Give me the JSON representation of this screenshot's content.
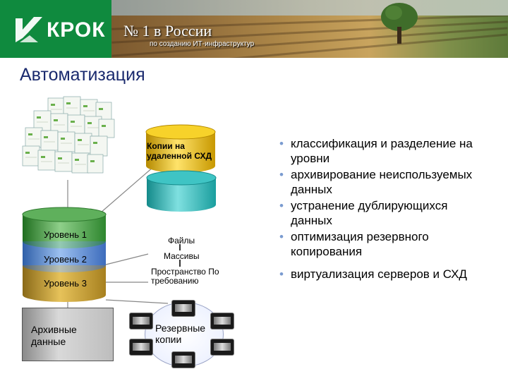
{
  "header": {
    "logo": "КРОК",
    "slogan": "№ 1 в России",
    "slogan_sub": "по созданию ИТ-инфраструктур"
  },
  "title": "Автоматизация",
  "storage_tiers": {
    "remote_copy": "Копии на удаленной СХД",
    "files": "Файлы",
    "arrays": "Массивы",
    "on_demand": "Пространство По требованию"
  },
  "levels": [
    "Уровень 1",
    "Уровень 2",
    "Уровень 3"
  ],
  "archive": "Архивные данные",
  "backup": "Резервные копии",
  "bullets": [
    "классификация и разделение на уровни",
    "архивирование неиспользуемых данных",
    "устранение дублирующихся данных",
    "оптимизация резервного копирования",
    "виртуализация серверов и СХД"
  ],
  "colors": {
    "logo_green": "#0f8a3e",
    "title_blue": "#1a2a6e",
    "level1_green": "#3a9a3a",
    "level2_blue": "#5b8ed6",
    "level3_gold": "#c79a2a",
    "remote_yellow": "#f2c200",
    "teal": "#2bb3b3"
  }
}
